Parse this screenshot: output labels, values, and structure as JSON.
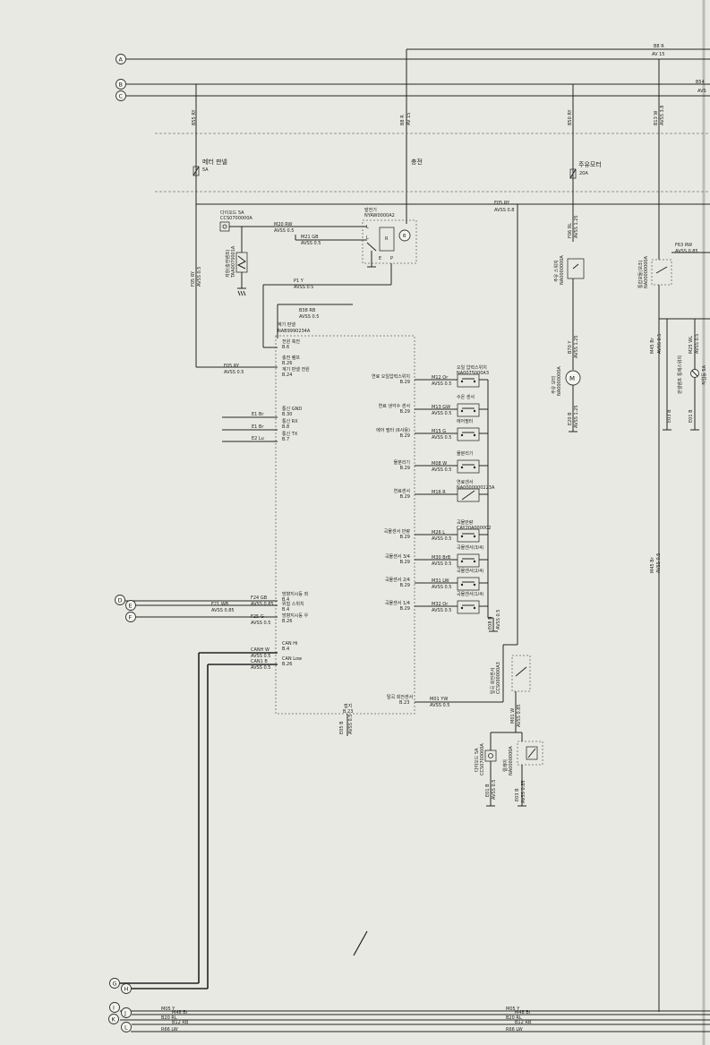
{
  "connectors": {
    "A": "A",
    "B": "B",
    "C": "C",
    "D": "D",
    "E": "E",
    "F": "F",
    "G": "G",
    "H": "H",
    "I": "I",
    "J": "J",
    "K": "K",
    "L": "L"
  },
  "top_wires": {
    "a_label": "B8 R",
    "a_spec": "AV 15",
    "b_label": "B54",
    "b_spec": "AVS"
  },
  "branches": {
    "meter_wire": "B55 RY",
    "charge_wire": "B8 R",
    "charge_spec": "AV 15",
    "fuel_wire": "B50 RY",
    "right_wire": "B13 W",
    "right_spec": "AVSS 3.8",
    "main_wire": "F05 RY",
    "main_spec": "AVSS 0.8",
    "left_drop_wire": "F05 RY",
    "left_drop_spec": "AVSS 0.5"
  },
  "fuses": {
    "meter_label": "메터 판넬",
    "meter_rating": "5A",
    "charge_label": "충전",
    "fuel_label": "주유모터",
    "fuel_rating": "20A"
  },
  "diode": {
    "label": "다이오드 5A",
    "part": "CCS0700000A"
  },
  "resistor": {
    "label": "저항(충전램프)",
    "part": "TAA0070001A"
  },
  "alternator": {
    "label": "발전기",
    "part": "NYAW0000A2",
    "wire1": "M20 RW",
    "wire1_spec": "AVSS 0.5",
    "wire2": "M21 GB",
    "wire2_spec": "AVSS 0.5",
    "wire3": "P1 Y",
    "wire3_spec": "AVSS 0.5",
    "pin_l": "L",
    "pin_r": "R",
    "pin_e": "E",
    "pin_b": "B",
    "pin_p": "P"
  },
  "meter_panel": {
    "feed_wire": "B38 RB",
    "feed_spec": "AVSS 0.5",
    "title": "계기 판넬",
    "part": "NAB9990234A",
    "left_pins": [
      {
        "label": "전원 축전",
        "pin": "B.6"
      },
      {
        "label": "충전 램프",
        "pin": "B.26"
      },
      {
        "label": "계기 판넬 전원",
        "pin": "B.24"
      },
      {
        "label": "통신 GND",
        "pin": "B.30"
      },
      {
        "label": "통신 RX",
        "pin": "B.8"
      },
      {
        "label": "통신 TX",
        "pin": "B.7"
      },
      {
        "label": "방향지시등 좌",
        "pin": "B.4"
      },
      {
        "label": "위험 스위치",
        "pin": "B.4"
      },
      {
        "label": "방향지시등 우",
        "pin": "B.26"
      },
      {
        "label": "CAN Hi",
        "pin": "B.4"
      },
      {
        "label": "CAN Low",
        "pin": "B.26"
      }
    ],
    "bottom_label": "접지",
    "bottom_pin": "B.23",
    "right_pins": [
      {
        "label": "연료 오일압력스위치",
        "pin": "B.29",
        "wire": "M12 Or",
        "spec": "AVSS 0.5"
      },
      {
        "label": "연료 냉각수 센서",
        "pin": "B.29",
        "wire": "M13 GW",
        "spec": "AVSS 0.5"
      },
      {
        "label": "에어 필터 (6사용)",
        "pin": "B.29",
        "wire": "M15 G",
        "spec": "AVSS 0.5"
      },
      {
        "label": "물분리기",
        "pin": "B.29",
        "wire": "M08 W",
        "spec": "AVSS 0.5"
      },
      {
        "label": "연료센서",
        "pin": "B.29",
        "wire": "M16 R",
        "spec": ""
      },
      {
        "label": "곡물센서 만량",
        "pin": "B.29",
        "wire": "M26 L",
        "spec": "AVSS 0.5"
      },
      {
        "label": "곡물센서 3/4",
        "pin": "B.29",
        "wire": "M30 BrB",
        "spec": "AVSS 0.5"
      },
      {
        "label": "곡물센서 2/4",
        "pin": "B.29",
        "wire": "M31 LW",
        "spec": "AVSS 0.5"
      },
      {
        "label": "곡물센서 1/4",
        "pin": "B.29",
        "wire": "M32 Or",
        "spec": "AVSS 0.5"
      }
    ],
    "bottom_right_label": "탈곡 회전센서",
    "bottom_right_pin": "B.23",
    "bottom_right_wire": "M01 YW",
    "bottom_right_spec": "AVSS 0.5"
  },
  "sensors": [
    {
      "label": "오일 압력스위치",
      "part": "NA0075000A3"
    },
    {
      "label": "수온 센서",
      "part": ""
    },
    {
      "label": "에어필터",
      "part": ""
    },
    {
      "label": "물분리기",
      "part": ""
    },
    {
      "label": "연료센서",
      "part": "NA0000000223A"
    },
    {
      "label": "곡물만량",
      "part": "CAY20A000002"
    },
    {
      "label": "곡물센서(3/4)",
      "part": ""
    },
    {
      "label": "곡물센서(2/4)",
      "part": ""
    },
    {
      "label": "곡물센서(1/4)",
      "part": ""
    }
  ],
  "left_bus": {
    "d_wire": "F24 GB",
    "d_spec": "AVSS 0.85",
    "e_wire": "F21 WB",
    "e_spec": "AVSS 0.85",
    "f_wire": "F25 G",
    "f_spec": "AVSS 0.5",
    "can_h_wire": "CANH W",
    "can_h_spec": "AVSS 0.5",
    "can_l_wire": "CAN1 B",
    "can_l_spec": "AVSS 0.5",
    "e1_br": "E1 Br",
    "e1_br2": "E1 Br",
    "e2_lu": "E2 Lu"
  },
  "ground_wires": {
    "sensors_gnd": "E08 B",
    "sensors_gnd_spec": "AVSS 0.5",
    "panel_gnd": "E05 B",
    "panel_gnd_spec": "AVSS 0.5",
    "fuel_motor_gnd": "E20 B",
    "fuel_motor_gnd_spec": "AVSS 1.25",
    "rot_gnd1": "E01 B",
    "rot_gnd1_spec": "AVSS 0.5",
    "rot_gnd2": "E03 B",
    "rot_gnd2_spec": "AVSS 0.85"
  },
  "fuel_pump": {
    "switch_label": "주유 스위치",
    "switch_part": "NA0000000A",
    "motor_label": "주유 모터",
    "motor_part": "NA0000000A",
    "wire1": "F06 RL",
    "wire1_spec": "AVSS 1.25",
    "wire2": "B70 Y",
    "wire2_spec": "AVSS 1.25"
  },
  "rotation_sensor": {
    "label": "탈곡 회전센서",
    "part": "CCS000000A3",
    "wire": "M01 W",
    "wire_spec": "AVSS 0.85",
    "diode_label": "다이오드 5A",
    "diode_part": "CCS0700000A",
    "relay_label": "릴레이",
    "relay_part": "NA0000000A"
  },
  "right_side": {
    "relay_label": "통합모듈(보조)",
    "relay_part": "NA00000000A",
    "wire1": "F63 RW",
    "wire1_spec": "AVSS 0.85",
    "wire2": "M45 Br",
    "wire2_spec": "AVSS 0.5",
    "wire3": "M25 WL",
    "wire3_spec": "AVSS 0.5",
    "long_wire": "M45 Br",
    "long_spec": "AVSS 0.5",
    "lamp_label": "작업등 5A",
    "lamp_side_label": "판넬램프 통제스위치",
    "gnd": "E03 B",
    "gnd_spec": "AVSS 0.5"
  },
  "bottom_bus": [
    {
      "label": "M05 Y",
      "label2": "M05 Y"
    },
    {
      "label": "M48 Br",
      "label2": "M48 Br"
    },
    {
      "label": "B20 RL",
      "label2": "B20 RL"
    },
    {
      "label": "B12 RB",
      "label2": "B12 RB"
    },
    {
      "label": "R66 LW",
      "label2": "R66 LW"
    }
  ]
}
